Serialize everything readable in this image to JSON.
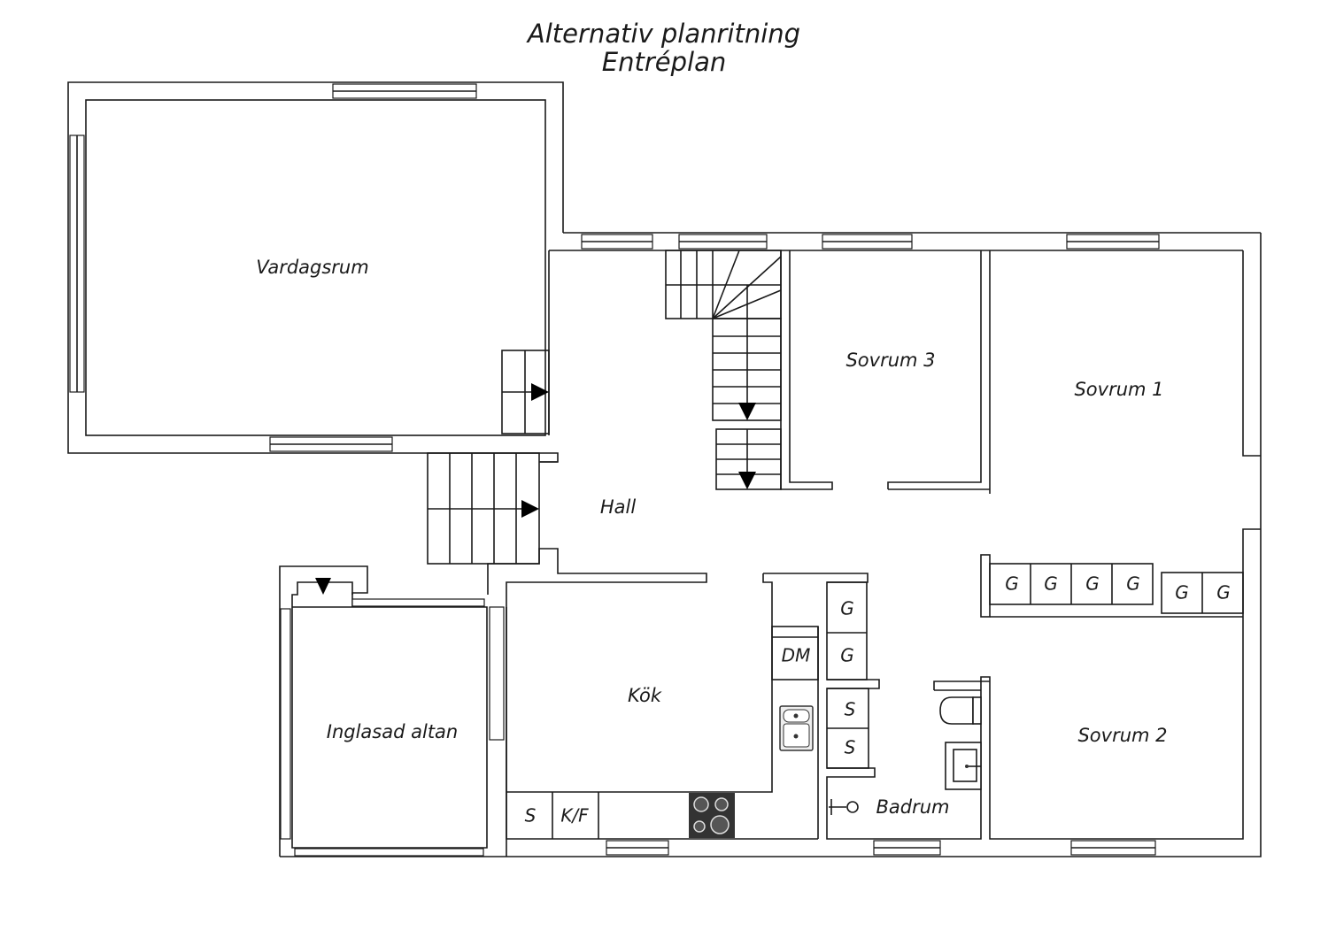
{
  "title": {
    "line1": "Alternativ planritning",
    "line2": "Entréplan"
  },
  "rooms": {
    "vardagsrum": "Vardagsrum",
    "hall": "Hall",
    "sovrum3": "Sovrum 3",
    "sovrum1": "Sovrum 1",
    "kok": "Kök",
    "altan": "Inglasad altan",
    "sovrum2": "Sovrum 2",
    "badrum": "Badrum"
  },
  "fixtures": {
    "wardrobes_row": [
      "G",
      "G",
      "G",
      "G",
      "G",
      "G"
    ],
    "wardrobes_column": [
      "G",
      "G"
    ],
    "storage": [
      "S",
      "S"
    ],
    "dishwasher": "DM",
    "kitchen_storage": "S",
    "fridge_freezer": "K/F"
  },
  "colors": {
    "line": "#1a1a1a",
    "stove": "#333333",
    "background": "#ffffff"
  }
}
